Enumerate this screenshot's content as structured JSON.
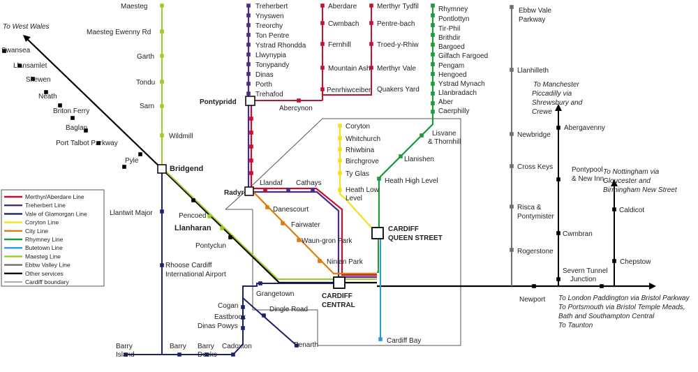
{
  "colors": {
    "merthyr_aberdare": "#c8102e",
    "treherbert": "#4b2a8a",
    "vale_of_glamorgan": "#1c2270",
    "coryton": "#f4e021",
    "city": "#e07b0c",
    "rhymney": "#1a9a3a",
    "butetown": "#2a9ad8",
    "maesteg": "#9ccc2a",
    "ebbw_vale": "#707070",
    "other": "#000000",
    "boundary": "#555555"
  },
  "legend": [
    {
      "key": "merthyr_aberdare",
      "label": "Merthyr/Aberdare Line"
    },
    {
      "key": "treherbert",
      "label": "Treherbert Line"
    },
    {
      "key": "vale_of_glamorgan",
      "label": "Vale of Glamorgan Line"
    },
    {
      "key": "coryton",
      "label": "Coryton Line"
    },
    {
      "key": "city",
      "label": "City Line"
    },
    {
      "key": "rhymney",
      "label": "Rhymney Line"
    },
    {
      "key": "butetown",
      "label": "Butetown Line"
    },
    {
      "key": "maesteg",
      "label": "Maesteg Line"
    },
    {
      "key": "ebbw_vale",
      "label": "Ebbw Valley Line"
    },
    {
      "key": "other",
      "label": "Other services"
    },
    {
      "key": "boundary",
      "label": "Cardiff boundary"
    }
  ],
  "notes": {
    "west_wales": "To West Wales",
    "manchester": [
      "To Manchester",
      "Piccadilly via",
      "Shrewsbury and",
      "Crewe"
    ],
    "nottingham": [
      "To Nottingham via",
      "Gloucester and",
      "Birmingham New Street"
    ],
    "london": [
      "To London Paddington via Bristol Parkway",
      "To Portsmouth via Bristol Temple Meads,",
      "Bath and Southampton Central",
      "To Taunton"
    ]
  },
  "major_stations": {
    "bridgend": "Bridgend",
    "pontypridd": "Pontypridd",
    "radyr": "Radyr",
    "llanharan": "Llanharan",
    "queen_street": [
      "CARDIFF",
      "QUEEN STREET"
    ],
    "central": [
      "CARDIFF",
      "CENTRAL"
    ]
  },
  "stations": {
    "west": [
      "Swansea",
      "Llansamlet",
      "Skewen",
      "Neath",
      "Briton Ferry",
      "Baglan",
      "Port Talbot Parkway",
      "Pyle"
    ],
    "maesteg": [
      "Maesteg",
      "Maesteg Ewenny Rd",
      "Garth",
      "Tondu",
      "Sarn",
      "Wildmill"
    ],
    "treherbert": [
      "Treherbert",
      "Ynyswen",
      "Treorchy",
      "Ton Pentre",
      "Ystrad Rhondda",
      "Llwynypia",
      "Tonypandy",
      "Dinas",
      "Porth",
      "Trehafod"
    ],
    "aberdare": [
      "Aberdare",
      "Cwmbach",
      "Fernhill",
      "Mountain Ash",
      "Penrhiwceiber"
    ],
    "merthyr": [
      "Merthyr Tydfil",
      "Pentre-bach",
      "Troed-y-Rhiw",
      "Merthyr Vale",
      "Quakers Yard"
    ],
    "abercynon": "Abercynon",
    "rhymney": [
      "Rhymney",
      "Pontlottyn",
      "Tir-Phil",
      "Brithdir",
      "Bargoed",
      "Gilfach Fargoed",
      "Pengam",
      "Hengoed",
      "Ystrad Mynach",
      "Llanbradach",
      "Aber",
      "Caerphilly"
    ],
    "lisvane": [
      "Lisvane",
      "& Thornhill"
    ],
    "llanishen": "Llanishen",
    "heath_high": "Heath High Level",
    "coryton": [
      "Coryton",
      "Whitchurch",
      "Rhiwbina",
      "Birchgrove",
      "Ty Glas"
    ],
    "heath_low": [
      "Heath Low",
      "Level"
    ],
    "llandaf": "Llandaf",
    "cathays": "Cathays",
    "city": [
      "Danescourt",
      "Fairwater",
      "Waun-gron Park",
      "Ninian Park"
    ],
    "main_west": [
      "Pencoed",
      "Pontyclun"
    ],
    "llantwit": "Llantwit Major",
    "rhoose": [
      "Rhoose Cardiff",
      "International Airport"
    ],
    "barry": [
      "Barry",
      "Island",
      "Barry",
      "Barry",
      "Docks",
      "Cadoxton"
    ],
    "penarth_branch": [
      "Cogan",
      "Eastbrook",
      "Dinas Powys"
    ],
    "grangetown": "Grangetown",
    "dingle_road": "Dingle Road",
    "penarth": "Penarth",
    "cardiff_bay": "Cardiff Bay",
    "ebbw": [
      "Ebbw Vale",
      "Parkway",
      "Llanhilleth",
      "Newbridge",
      "Cross Keys",
      "Risca &",
      "Pontymister",
      "Rogerstone"
    ],
    "newport": "Newport",
    "abergavenny": "Abergavenny",
    "pontypool": [
      "Pontypool",
      "& New Inn"
    ],
    "cwmbran": "Cwmbran",
    "severn": [
      "Severn Tunnel",
      "Junction"
    ],
    "caldicot": "Caldicot",
    "chepstow": "Chepstow"
  }
}
